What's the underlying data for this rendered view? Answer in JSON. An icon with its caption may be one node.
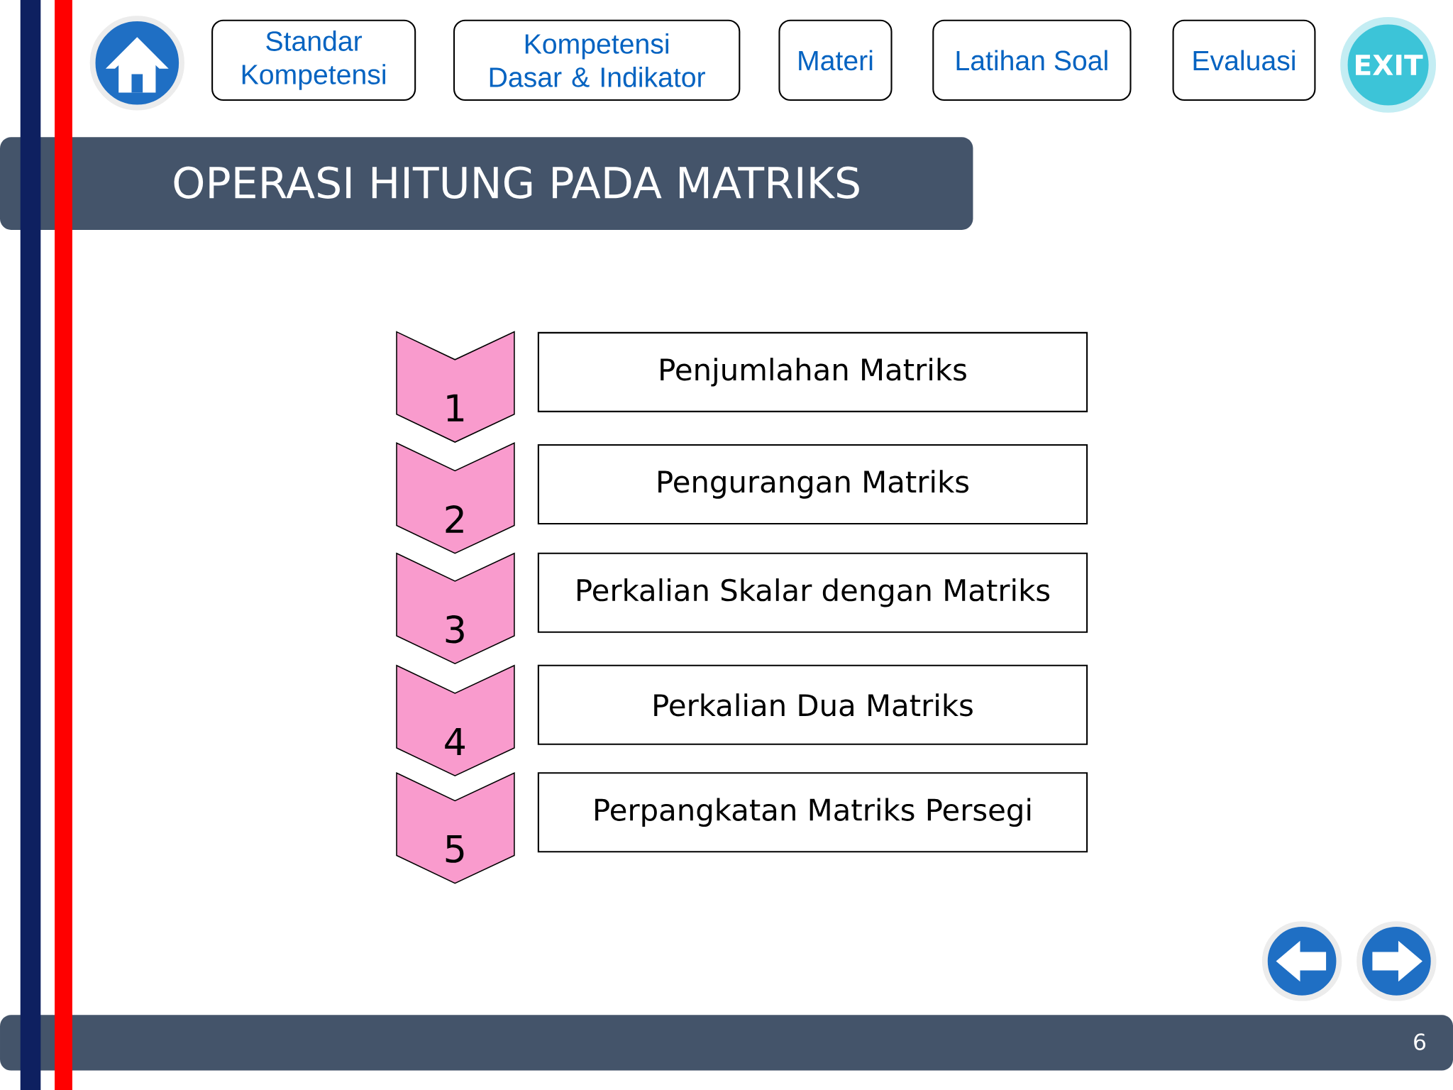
{
  "diagram": {
    "title": "OPERASI HITUNG PADA MATRIKS",
    "nodes": [
      {
        "text": [
          "Standar Kompetensi"
        ]
      },
      {
        "text": [
          "Kompetensi Dasar & Indikator"
        ]
      },
      {
        "text": [
          "Materi"
        ]
      },
      {
        "text": [
          "Latihan Soal"
        ]
      },
      {
        "text": [
          "Evaluasi"
        ]
      },
      {
        "text": [
          "EXIT"
        ]
      },
      {
        "text": [
          "1"
        ]
      },
      {
        "text": [
          "Penjumlahan Matriks"
        ]
      },
      {
        "text": [
          "2"
        ]
      },
      {
        "text": [
          "Pengurangan Matriks"
        ]
      },
      {
        "text": [
          "3"
        ]
      },
      {
        "text": [
          "Perkalian Skalar dengan Matriks"
        ]
      },
      {
        "text": [
          "4"
        ]
      },
      {
        "text": [
          "Perkalian Dua Matriks"
        ]
      },
      {
        "text": [
          "5"
        ]
      },
      {
        "text": [
          "Perpangkatan Matriks Persegi"
        ]
      }
    ],
    "labels": [
      "6"
    ]
  }
}
